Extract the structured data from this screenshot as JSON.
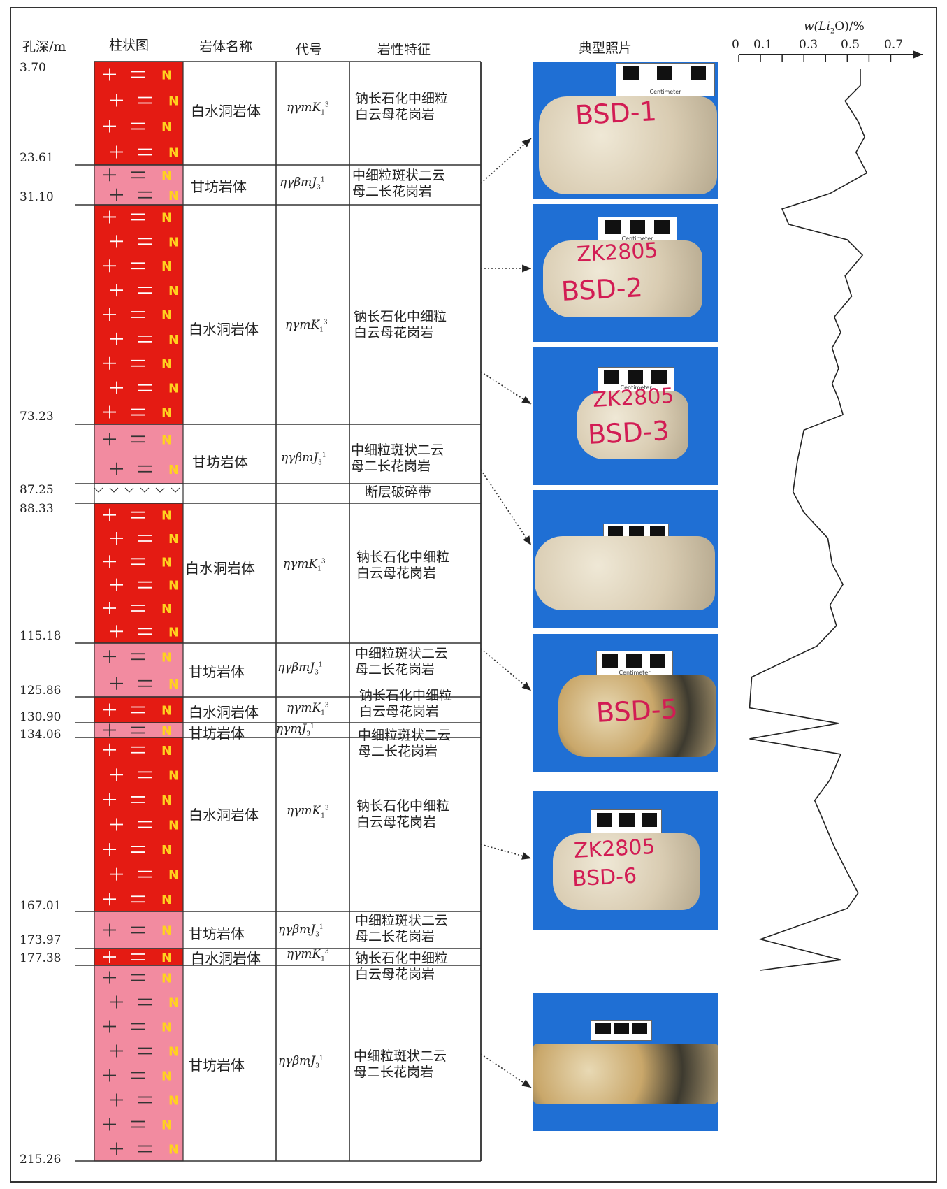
{
  "headers": {
    "depth": "孔深/m",
    "column": "柱状图",
    "rock_name": "岩体名称",
    "code": "代号",
    "lithology": "岩性特征",
    "photos": "典型照片"
  },
  "depths": [
    "3.70",
    "23.61",
    "31.10",
    "73.23",
    "87.25",
    "88.33",
    "115.18",
    "125.86",
    "130.90",
    "134.06",
    "167.01",
    "173.97",
    "177.38",
    "215.26"
  ],
  "layers": [
    {
      "name": "白水洞岩体",
      "code_main": "ηγmK",
      "code_sub": "1",
      "code_sup": "3",
      "desc1": "钠长石化中细粒",
      "desc2": "白云母花岗岩",
      "color": "#e41b13"
    },
    {
      "name": "甘坊岩体",
      "code_main": "ηγβmJ",
      "code_sub": "3",
      "code_sup": "1",
      "desc1": "中细粒斑状二云",
      "desc2": "母二长花岗岩",
      "color": "#f28ba0"
    },
    {
      "name": "白水洞岩体",
      "code_main": "ηγmK",
      "code_sub": "1",
      "code_sup": "3",
      "desc1": "钠长石化中细粒",
      "desc2": "白云母花岗岩",
      "color": "#e41b13"
    },
    {
      "name": "甘坊岩体",
      "code_main": "ηγβmJ",
      "code_sub": "3",
      "code_sup": "1",
      "desc1": "中细粒斑状二云",
      "desc2": "母二长花岗岩",
      "color": "#f28ba0"
    },
    {
      "name": "",
      "code_main": "",
      "code_sub": "",
      "code_sup": "",
      "desc1": "断层破碎带",
      "desc2": "",
      "color": "#ffffff"
    },
    {
      "name": "白水洞岩体",
      "code_main": "ηγmK",
      "code_sub": "1",
      "code_sup": "3",
      "desc1": "钠长石化中细粒",
      "desc2": "白云母花岗岩",
      "color": "#e41b13"
    },
    {
      "name": "甘坊岩体",
      "code_main": "ηγβmJ",
      "code_sub": "3",
      "code_sup": "1",
      "desc1": "中细粒斑状二云",
      "desc2": "母二长花岗岩",
      "color": "#f28ba0"
    },
    {
      "name": "白水洞岩体",
      "code_main": "ηγmK",
      "code_sub": "1",
      "code_sup": "3",
      "desc1": "钠长石化中细粒",
      "desc2": "白云母花岗岩",
      "color": "#e41b13"
    },
    {
      "name": "甘坊岩体",
      "code_main": "ηγmJ",
      "code_sub": "3",
      "code_sup": "1",
      "desc1": "中细粒斑状二云",
      "desc2": "母二长花岗岩",
      "color": "#f28ba0"
    },
    {
      "name": "白水洞岩体",
      "code_main": "ηγmK",
      "code_sub": "1",
      "code_sup": "3",
      "desc1": "钠长石化中细粒",
      "desc2": "白云母花岗岩",
      "color": "#e41b13"
    },
    {
      "name": "甘坊岩体",
      "code_main": "ηγβmJ",
      "code_sub": "3",
      "code_sup": "1",
      "desc1": "中细粒斑状二云",
      "desc2": "母二长花岗岩",
      "color": "#f28ba0"
    },
    {
      "name": "白水洞岩体",
      "code_main": "ηγmK",
      "code_sub": "1",
      "code_sup": "3",
      "desc1": "钠长石化中细粒",
      "desc2": "白云母花岗岩",
      "color": "#e41b13"
    },
    {
      "name": "甘坊岩体",
      "code_main": "ηγβmJ",
      "code_sub": "3",
      "code_sup": "1",
      "desc1": "中细粒斑状二云",
      "desc2": "母二长花岗岩",
      "color": "#f28ba0"
    }
  ],
  "photos": [
    {
      "label": "BSD-1",
      "scale_text": "Centimeter",
      "top_label": ""
    },
    {
      "label": "BSD-2",
      "scale_text": "Centimeter",
      "top_label": "ZK2805"
    },
    {
      "label": "BSD-3",
      "scale_text": "Centimeter",
      "top_label": "ZK2805"
    },
    {
      "label": "",
      "scale_text": "",
      "top_label": ""
    },
    {
      "label": "BSD-5",
      "scale_text": "Centimeter",
      "top_label": ""
    },
    {
      "label": "BSD-6",
      "scale_text": "",
      "top_label": "ZK2805"
    },
    {
      "label": "",
      "scale_text": "",
      "top_label": ""
    }
  ],
  "li2o_axis": {
    "label_prefix": "w(Li",
    "label_sub": "2",
    "label_suffix": "O)/%",
    "ticks": [
      "0",
      "0.1",
      "0.3",
      "0.5",
      "0.7"
    ]
  },
  "colors": {
    "bsd_red": "#e41b13",
    "gf_pink": "#f28ba0",
    "photo_blue": "#1f6fd4",
    "core_label": "#d21c54",
    "symbol_n": "#ffd21f"
  },
  "chart_data": {
    "type": "line",
    "title": "",
    "xlabel": "w(Li2O)/%",
    "ylabel": "孔深/m",
    "xticks": [
      "0",
      "0.1",
      "0.3",
      "0.5",
      "0.7"
    ],
    "series": [
      {
        "name": "",
        "points": [
          [
            0.56,
            3.7
          ],
          [
            0.56,
            7
          ],
          [
            0.49,
            10
          ],
          [
            0.55,
            14
          ],
          [
            0.58,
            17
          ],
          [
            0.54,
            20
          ],
          [
            0.59,
            24
          ],
          [
            0.42,
            28
          ],
          [
            0.2,
            31
          ],
          [
            0.23,
            34
          ],
          [
            0.5,
            37
          ],
          [
            0.57,
            40
          ],
          [
            0.49,
            44
          ],
          [
            0.52,
            48
          ],
          [
            0.44,
            52
          ],
          [
            0.47,
            55
          ],
          [
            0.43,
            58
          ],
          [
            0.46,
            62
          ],
          [
            0.43,
            65
          ],
          [
            0.46,
            68
          ],
          [
            0.48,
            71
          ],
          [
            0.3,
            74
          ],
          [
            0.27,
            80
          ],
          [
            0.25,
            86
          ],
          [
            0.3,
            90
          ],
          [
            0.41,
            95
          ],
          [
            0.43,
            100
          ],
          [
            0.48,
            104
          ],
          [
            0.42,
            108
          ],
          [
            0.45,
            112
          ],
          [
            0.36,
            116
          ],
          [
            0.06,
            122
          ],
          [
            0.05,
            128
          ],
          [
            0.46,
            131
          ],
          [
            0.05,
            134
          ],
          [
            0.47,
            137
          ],
          [
            0.42,
            142
          ],
          [
            0.35,
            146
          ],
          [
            0.39,
            150
          ],
          [
            0.44,
            155
          ],
          [
            0.5,
            160
          ],
          [
            0.55,
            164
          ],
          [
            0.5,
            167
          ],
          [
            0.1,
            173
          ],
          [
            0.47,
            177
          ],
          [
            0.1,
            179
          ]
        ]
      }
    ]
  }
}
